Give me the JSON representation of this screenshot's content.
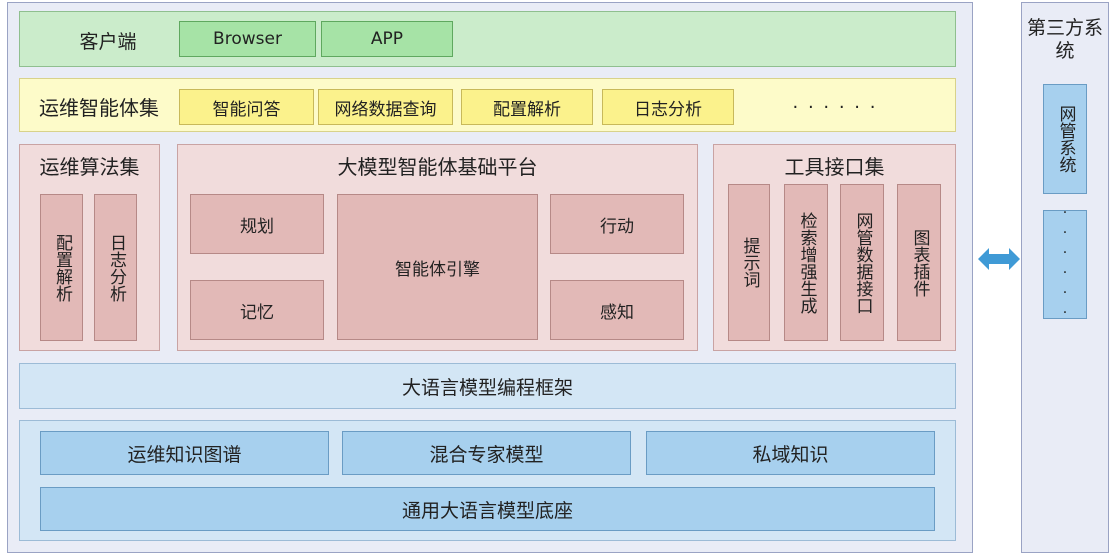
{
  "client": {
    "label": "客户端",
    "items": [
      "Browser",
      "APP"
    ]
  },
  "agents": {
    "label": "运维智能体集",
    "items": [
      "智能问答",
      "网络数据查询",
      "配置解析",
      "日志分析"
    ],
    "more": "· · · · · ·"
  },
  "algorithms": {
    "title": "运维算法集",
    "items": [
      "配置解析",
      "日志分析"
    ]
  },
  "platform": {
    "title": "大模型智能体基础平台",
    "planning": "规划",
    "memory": "记忆",
    "engine": "智能体引擎",
    "action": "行动",
    "perception": "感知"
  },
  "tools": {
    "title": "工具接口集",
    "items": [
      "提示词",
      "检索增强生成",
      "网管数据接口",
      "图表插件"
    ]
  },
  "framework": {
    "label": "大语言模型编程框架"
  },
  "base": {
    "items": [
      "运维知识图谱",
      "混合专家模型",
      "私域知识"
    ],
    "foundation": "通用大语言模型底座"
  },
  "third_party": {
    "title": "第三方系统",
    "items": [
      "网管系统"
    ],
    "more": "······"
  },
  "colors": {
    "green": "#a6e3a6",
    "yellow": "#fbf28c",
    "pink": "#e2b9b7",
    "blue": "#a7d0ee",
    "arrow": "#3f9ad6"
  }
}
